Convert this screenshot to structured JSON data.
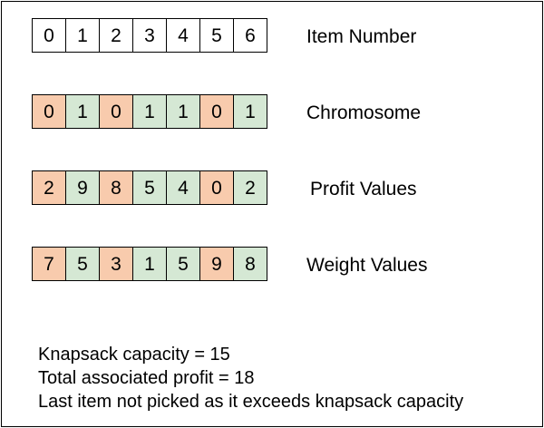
{
  "colors": {
    "picked": "#d5e8d4",
    "not_picked": "#f8cbad",
    "plain": "#ffffff",
    "border": "#000000"
  },
  "rows": [
    {
      "label": "Item Number",
      "values": [
        "0",
        "1",
        "2",
        "3",
        "4",
        "5",
        "6"
      ],
      "fills": [
        "plain",
        "plain",
        "plain",
        "plain",
        "plain",
        "plain",
        "plain"
      ]
    },
    {
      "label": "Chromosome",
      "values": [
        "0",
        "1",
        "0",
        "1",
        "1",
        "0",
        "1"
      ],
      "fills": [
        "not_picked",
        "picked",
        "not_picked",
        "picked",
        "picked",
        "not_picked",
        "picked"
      ]
    },
    {
      "label": "Profit Values",
      "values": [
        "2",
        "9",
        "8",
        "5",
        "4",
        "0",
        "2"
      ],
      "fills": [
        "not_picked",
        "picked",
        "not_picked",
        "picked",
        "picked",
        "not_picked",
        "picked"
      ]
    },
    {
      "label": "Weight Values",
      "values": [
        "7",
        "5",
        "3",
        "1",
        "5",
        "9",
        "8"
      ],
      "fills": [
        "not_picked",
        "picked",
        "not_picked",
        "picked",
        "picked",
        "not_picked",
        "picked"
      ]
    }
  ],
  "notes": [
    "Knapsack capacity = 15",
    "Total associated profit = 18",
    "Last item not picked as it exceeds knapsack capacity"
  ]
}
